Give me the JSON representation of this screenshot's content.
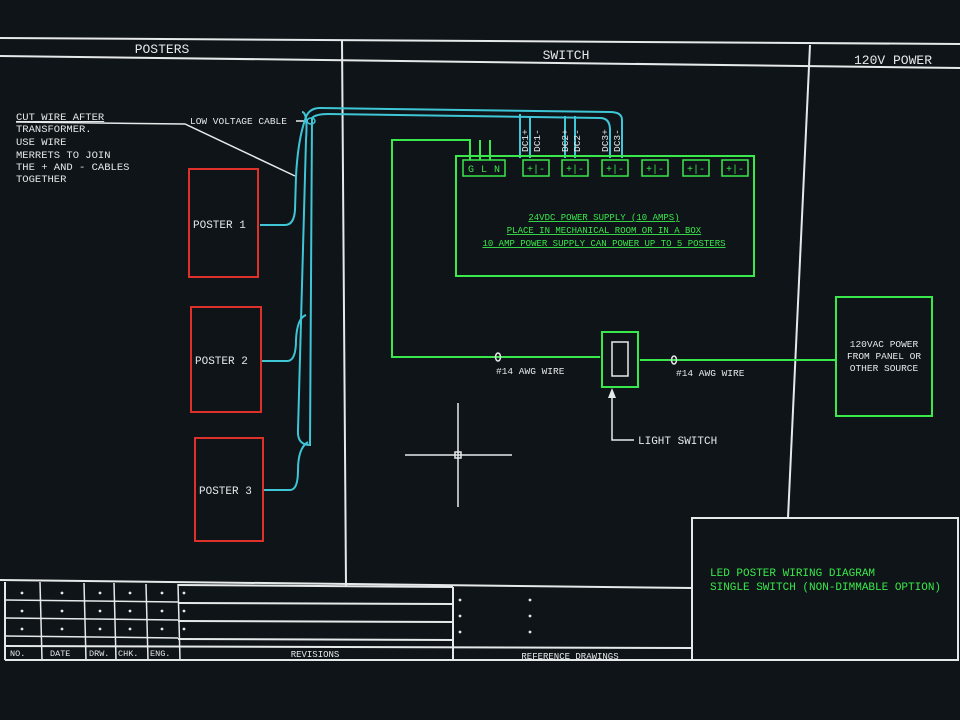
{
  "sections": {
    "posters": "POSTERS",
    "switch": "SWITCH",
    "power": "120V POWER"
  },
  "notes": {
    "cut_wire": [
      "CUT WIRE AFTER",
      "TRANSFORMER.",
      "USE WIRE",
      "MERRETS TO JOIN",
      "THE + AND - CABLES",
      "TOGETHER"
    ],
    "low_voltage": "LOW VOLTAGE CABLE"
  },
  "posters": [
    {
      "label": "POSTER  1"
    },
    {
      "label": "POSTER  2"
    },
    {
      "label": "POSTER  3"
    }
  ],
  "power_supply": {
    "lines": [
      "24VDC POWER SUPPLY (10 AMPS)",
      "PLACE IN MECHANICAL ROOM OR IN A BOX",
      "10 AMP POWER SUPPLY CAN POWER UP TO 5 POSTERS"
    ],
    "terminals_ac": [
      "G",
      "L",
      "N"
    ],
    "dc_terminal": "+|-",
    "dc_labels": [
      "DC1+",
      "DC1-",
      "DC2+",
      "DC2-",
      "DC3+",
      "DC3-"
    ]
  },
  "wiring": {
    "awg_left": "#14 AWG WIRE",
    "awg_right": "#14 AWG WIRE",
    "light_switch": "LIGHT SWITCH"
  },
  "source": {
    "lines": [
      "120VAC POWER",
      "FROM PANEL OR",
      "OTHER SOURCE"
    ]
  },
  "title_block": {
    "line1": "LED POSTER WIRING DIAGRAM",
    "line2": "SINGLE SWITCH (NON-DIMMABLE OPTION)",
    "revision_headers": [
      "NO.",
      "DATE",
      "DRW.",
      "CHK.",
      "ENG."
    ],
    "revisions": "REVISIONS",
    "reference": "REFERENCE DRAWINGS"
  },
  "colors": {
    "background": "#0f1418",
    "frame": "#e6e9ea",
    "poster_box": "#e0302a",
    "cable": "#3ec6d6",
    "green": "#39e84a"
  }
}
